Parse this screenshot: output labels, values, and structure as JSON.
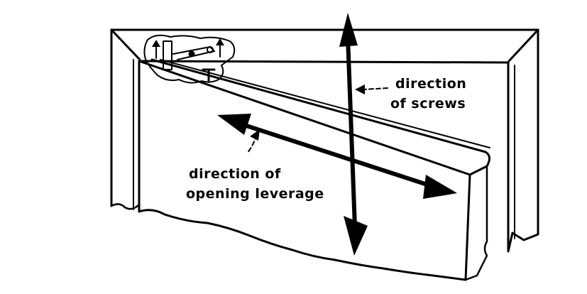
{
  "labels": {
    "screws_line1": "direction",
    "screws_line2": "of screws",
    "leverage_line1": "direction of",
    "leverage_line2": "opening leverage"
  },
  "colors": {
    "ink": "#000000",
    "paper": "#ffffff"
  }
}
